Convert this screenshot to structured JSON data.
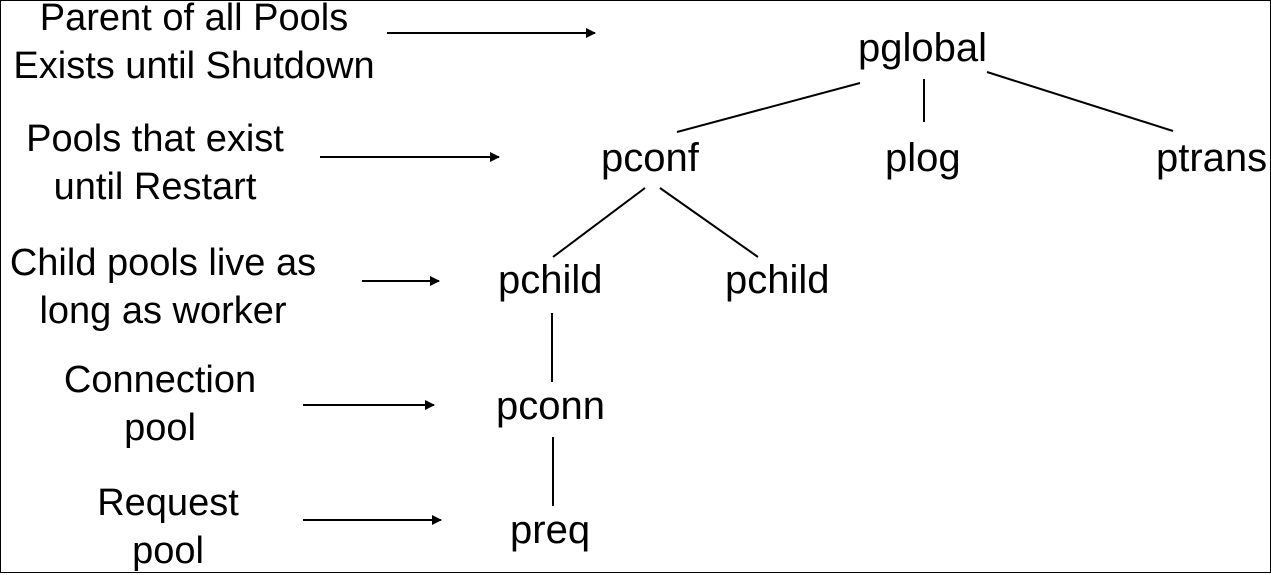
{
  "annotations": [
    {
      "id": "global",
      "lines": [
        "Parent of all Pools",
        "Exists until Shutdown"
      ]
    },
    {
      "id": "restart",
      "lines": [
        "Pools that exist",
        "until Restart"
      ]
    },
    {
      "id": "child",
      "lines": [
        "Child pools live as",
        "long as worker"
      ]
    },
    {
      "id": "conn",
      "lines": [
        "Connection",
        "pool"
      ]
    },
    {
      "id": "req",
      "lines": [
        "Request",
        "pool"
      ]
    }
  ],
  "nodes": {
    "pglobal": "pglobal",
    "pconf": "pconf",
    "plog": "plog",
    "ptrans": "ptrans",
    "pchild_left": "pchild",
    "pchild_right": "pchild",
    "pconn": "pconn",
    "preq": "preq"
  },
  "edges": [
    [
      "pglobal",
      "pconf"
    ],
    [
      "pglobal",
      "plog"
    ],
    [
      "pglobal",
      "ptrans"
    ],
    [
      "pconf",
      "pchild_left"
    ],
    [
      "pconf",
      "pchild_right"
    ],
    [
      "pchild_left",
      "pconn"
    ],
    [
      "pconn",
      "preq"
    ]
  ],
  "pointers": [
    {
      "from": "global",
      "to": "pglobal-level"
    },
    {
      "from": "restart",
      "to": "pconf-level"
    },
    {
      "from": "child",
      "to": "pchild-level"
    },
    {
      "from": "conn",
      "to": "pconn-level"
    },
    {
      "from": "req",
      "to": "preq-level"
    }
  ]
}
